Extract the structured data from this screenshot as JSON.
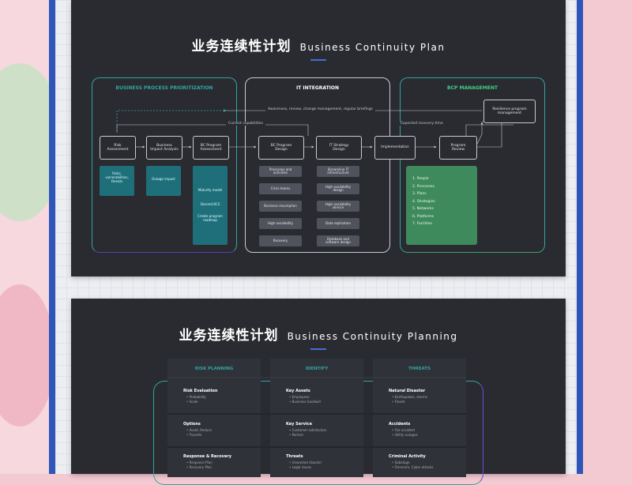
{
  "slide1": {
    "title_cn": "业务连续性计划",
    "title_en": "Business Continuity Plan",
    "sections": {
      "bpp": "BUSINESS PROCESS PRIORITIZATION",
      "it": "IT INTEGRATION",
      "bcp": "BCP MANAGEMENT"
    },
    "labels": {
      "awareness": "Awareness, review, change management, regular briefings",
      "current": "Current capabilities",
      "expected": "Expected recovery time"
    },
    "nodes": {
      "risk": "Risk\nAssessment",
      "bia": "Business\nImpact Analysis",
      "bcpa": "BC Program\nAssessment",
      "bcpd": "BC Program\nDesign",
      "itsd": "IT Strategy\nDesign",
      "impl": "Implementation",
      "review": "Program\nReview",
      "resilience": "Resilience program\nmanagement"
    },
    "teal": {
      "risk": "Risks,\nvulnerabilities,\nthreats",
      "bia": "Outage impact",
      "bcpa": [
        "Maturity model",
        "Desired BCS",
        "Create program\nroadmap"
      ]
    },
    "bcpd_items": [
      "Processes and\nactivities",
      "Crisis teams",
      "Business resumption",
      "High availability",
      "Recovery"
    ],
    "itsd_items": [
      "Streamline IT\ninfrastructure",
      "High availability\ndesign",
      "High availability\nservice",
      "Data replication",
      "Database and\nsoftware design"
    ],
    "bcp_list": [
      "1.   People",
      "2.   Processes",
      "3.   Plans",
      "4.   Strategies",
      "5.   Networks",
      "6.   Platforms",
      "7.   Facilities"
    ]
  },
  "slide2": {
    "title_cn": "业务连续性计划",
    "title_en": "Business Continuity Planning",
    "columns": [
      {
        "head": "RISK PLANNING",
        "cells": [
          {
            "title": "Risk Evaluation",
            "items": [
              "• Probability",
              "• Scale"
            ]
          },
          {
            "title": "Options",
            "items": [
              "• Avoid, Reduce",
              "• Transfer"
            ]
          },
          {
            "title": "Response & Recovery",
            "items": [
              "• Response Plan",
              "• Recovery Plan"
            ]
          }
        ]
      },
      {
        "head": "IDENTIFY",
        "cells": [
          {
            "title": "Key Assets",
            "items": [
              "• Employees",
              "• Business Goodwill"
            ]
          },
          {
            "title": "Key Service",
            "items": [
              "• Customer satisfaction",
              "• Partner"
            ]
          },
          {
            "title": "Threats",
            "items": [
              "• Unwanted disaster",
              "• Legal issues"
            ]
          }
        ]
      },
      {
        "head": "THREATS",
        "cells": [
          {
            "title": "Natural Disaster",
            "items": [
              "• Earthquakes, storms",
              "• Floods"
            ]
          },
          {
            "title": "Accidents",
            "items": [
              "• Fire accident",
              "• Utility outages"
            ]
          },
          {
            "title": "Criminal Activity",
            "items": [
              "• Sabotage",
              "• Terrorism, Cyber attacks"
            ]
          }
        ]
      }
    ]
  },
  "colors": {
    "accent_blue": "#2d56b8",
    "teal": "#2fa6a1",
    "bcp_green": "#3f8a5d",
    "slide_bg": "#2a2b31"
  }
}
